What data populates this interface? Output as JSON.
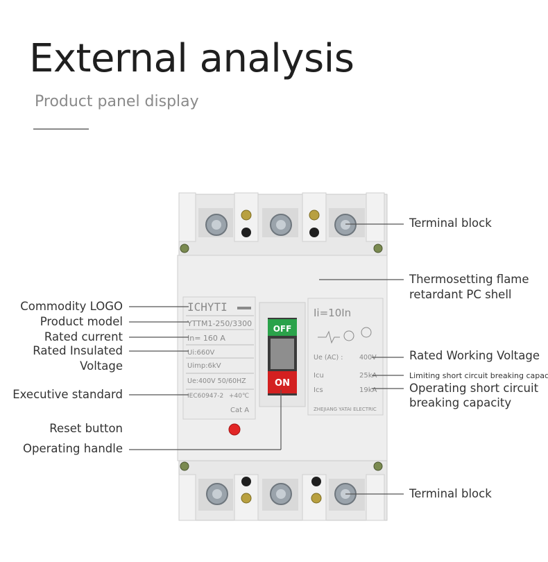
{
  "header": {
    "title": "External analysis",
    "subtitle": "Product panel display"
  },
  "labels_left": {
    "commodity_logo": "Commodity LOGO",
    "product_model": "Product model",
    "rated_current": "Rated current",
    "rated_insulated_1": "Rated Insulated",
    "rated_insulated_2": "Voltage",
    "executive_standard": "Executive standard",
    "reset_button": "Reset button",
    "operating_handle": "Operating handle"
  },
  "labels_right": {
    "terminal_block_top": "Terminal block",
    "shell_1": "Thermosetting flame",
    "shell_2": "retardant PC shell",
    "rated_working_voltage": "Rated Working Voltage",
    "limiting_capacity": "Limiting short circuit breaking capacity",
    "operating_capacity_1": "Operating short circuit",
    "operating_capacity_2": "breaking capacity",
    "terminal_block_bottom": "Terminal block"
  },
  "device": {
    "logo": "ICHYTI",
    "model": "YTTM1-250/3300",
    "in_rating": "In= 160  A",
    "ui": "Ui:660V",
    "uimp": "Uimp:6kV",
    "ue_freq": "Ue:400V    50/60HZ",
    "standard": "IEC60947-2",
    "temp": "+40℃",
    "category": "Cat A",
    "switch_off": "OFF",
    "switch_on": "ON",
    "ii": "Ii=10In",
    "ue_ac": "Ue (AC) :",
    "ue_val": "400V",
    "icu": "Icu",
    "icu_val": "25kA",
    "ics": "Ics",
    "ics_val": "19kA",
    "maker": "ZHEJIANG YATAI ELECTRIC"
  }
}
